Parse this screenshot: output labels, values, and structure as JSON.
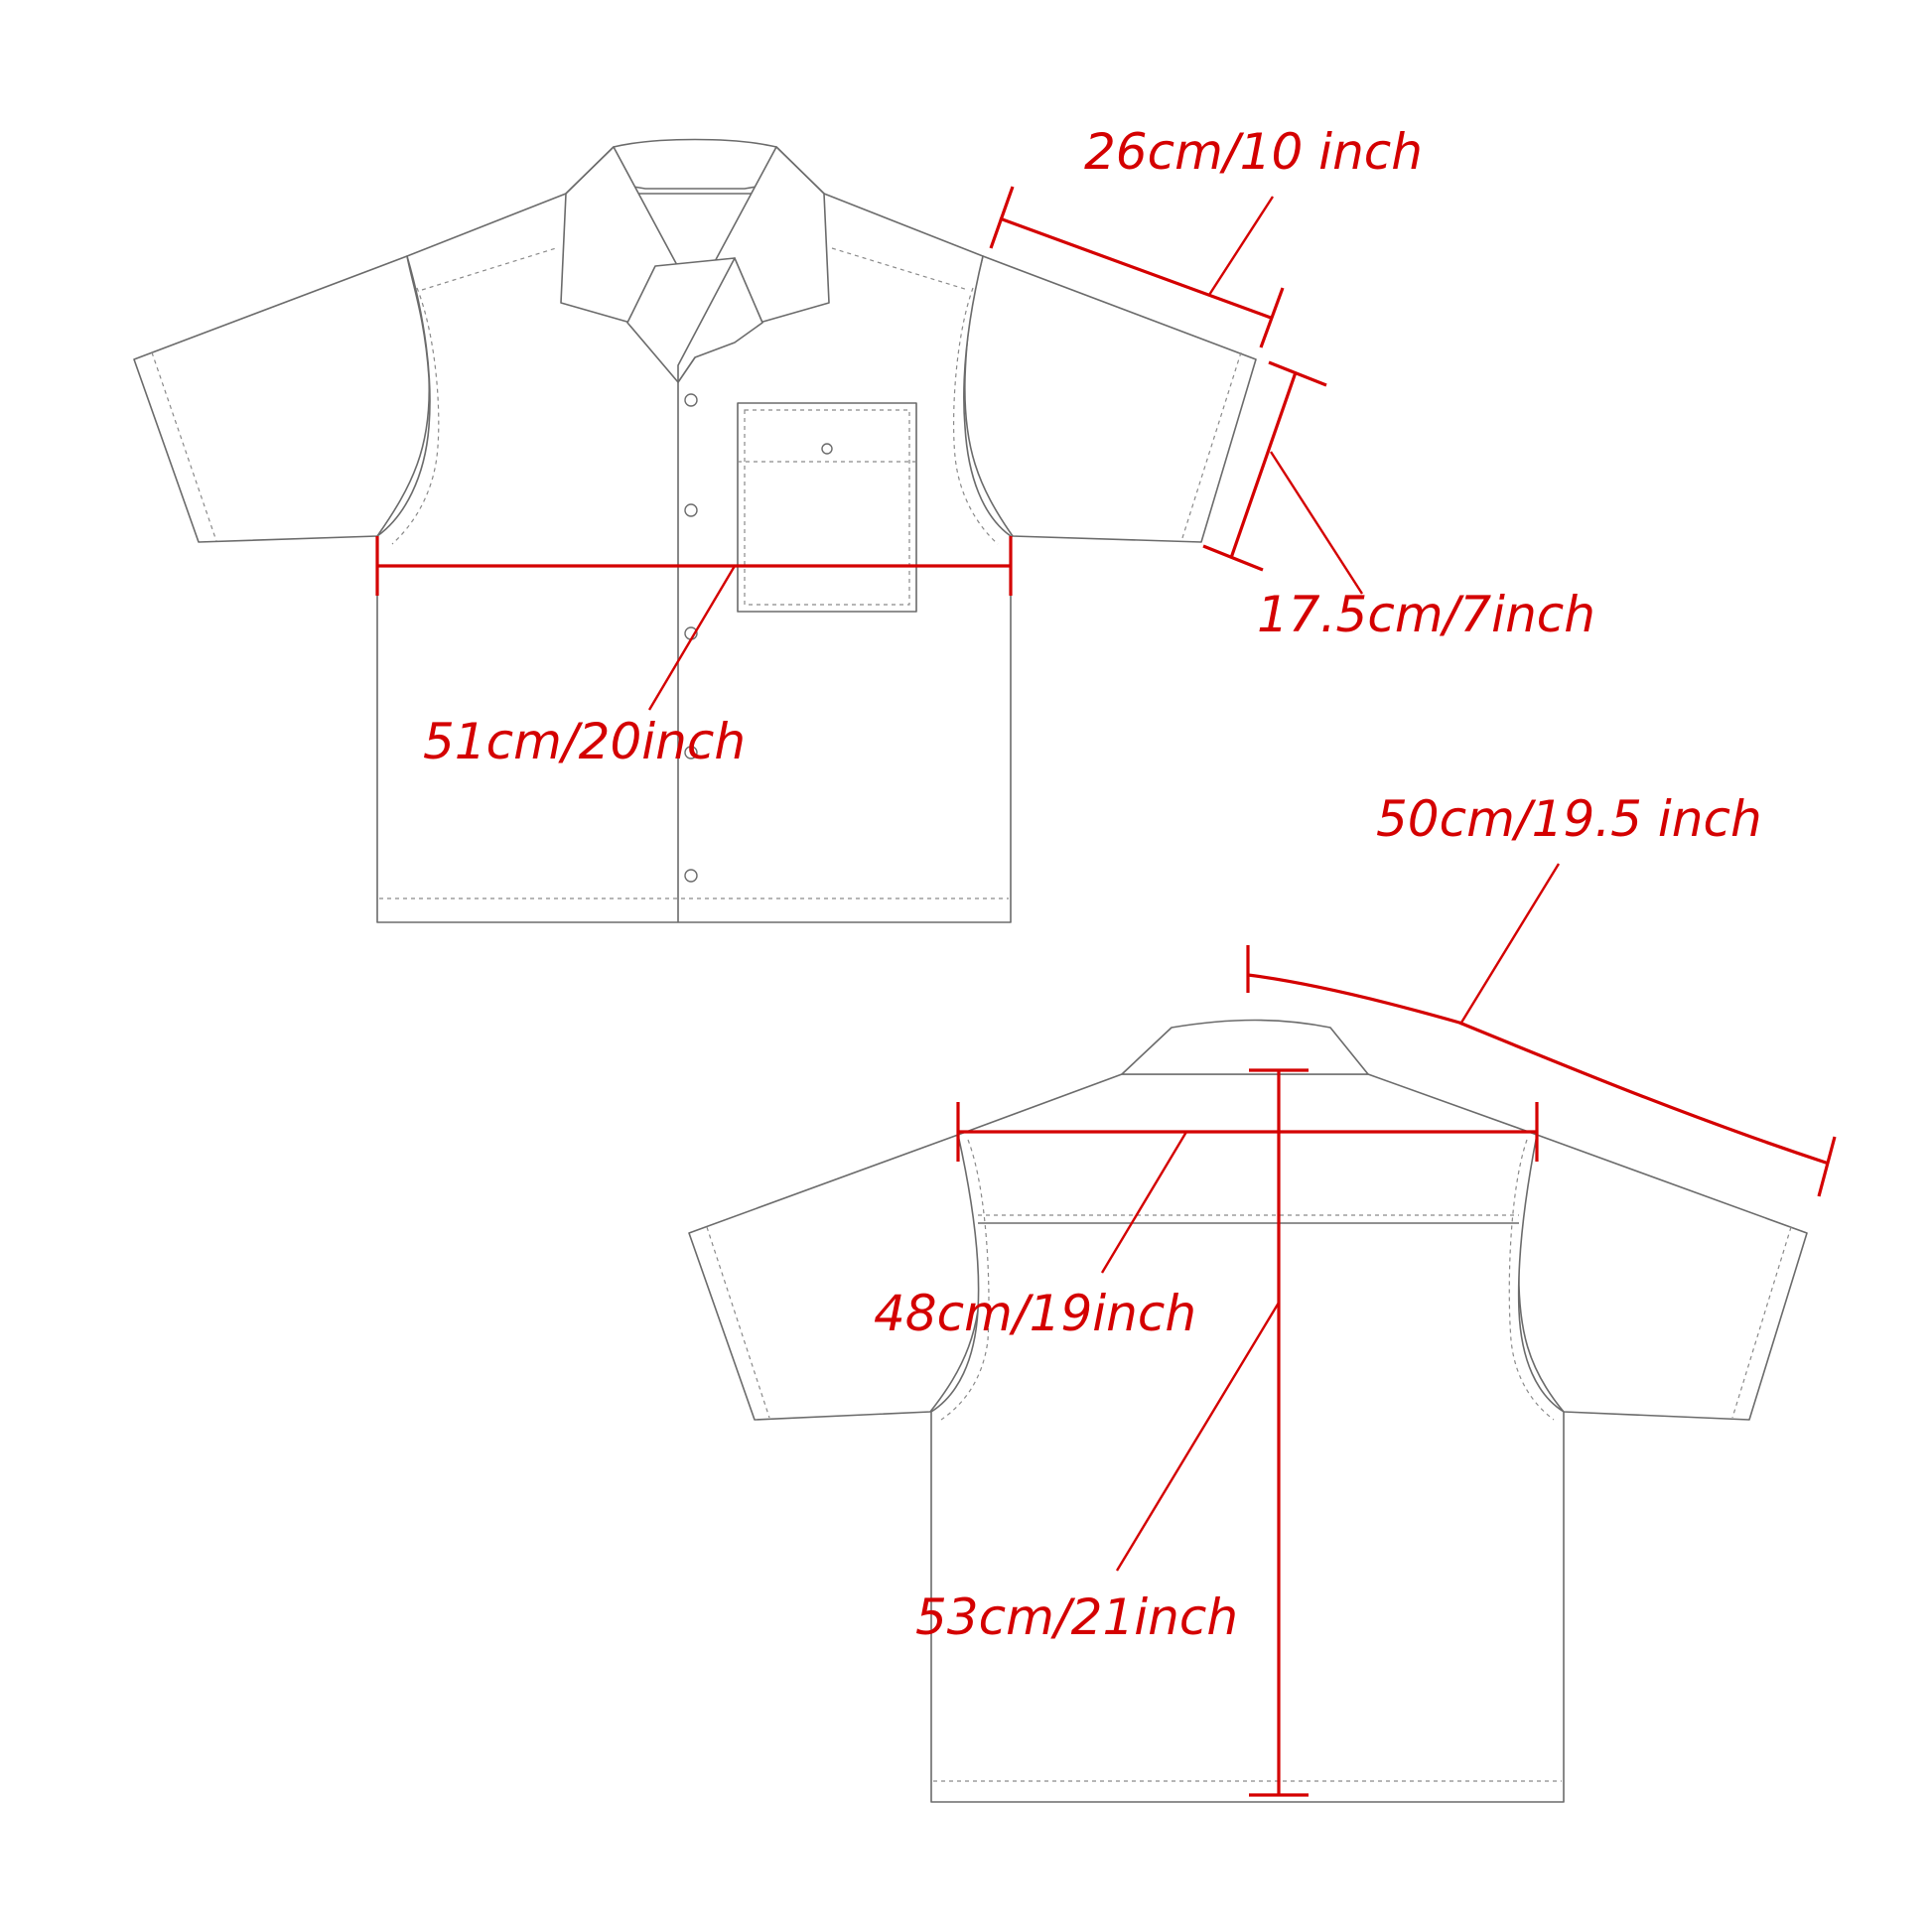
{
  "colors": {
    "background": "#ffffff",
    "garment_outline": "#6b6b6b",
    "measurement": "#d40000"
  },
  "measurements": {
    "shoulder": "26cm/10 inch",
    "sleeve_opening": "17.5cm/7inch",
    "chest_width": "51cm/20inch",
    "sleeve_length": "50cm/19.5 inch",
    "back_width": "48cm/19inch",
    "body_length": "53cm/21inch"
  }
}
